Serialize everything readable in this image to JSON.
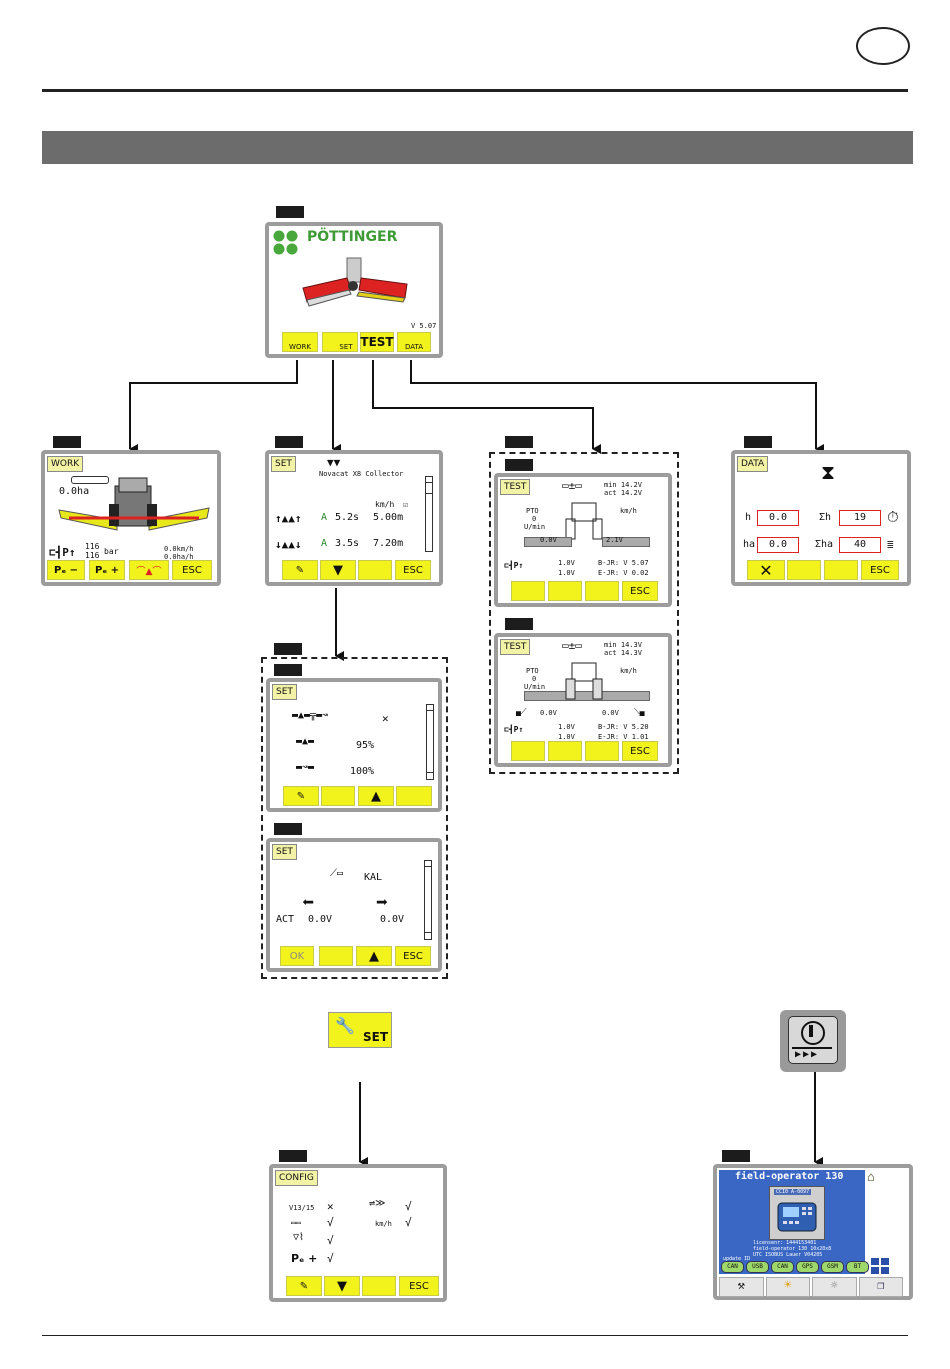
{
  "brand": "PÖTTINGER",
  "version": "V 5.07",
  "main_softkeys": [
    "WORK",
    "SET",
    "TEST",
    "DATA"
  ],
  "work_screen": {
    "badge": "WORK",
    "area": "0.0ha",
    "pressure_top": "116",
    "pressure_bottom": "116",
    "pressure_unit": "bar",
    "speed": "0.0km/h",
    "rate": "0.0ha/h",
    "softkeys": [
      "Pₑ −",
      "Pₑ +",
      "",
      "ESC"
    ]
  },
  "set_screen": {
    "badge": "SET",
    "title": "Novacat X8 Collector",
    "unit": "km/h",
    "rows": [
      {
        "flag": "A",
        "time": "5.2s",
        "dist": "5.00m"
      },
      {
        "flag": "A",
        "time": "3.5s",
        "dist": "7.20m"
      }
    ],
    "softkeys": [
      "",
      "",
      "",
      "ESC"
    ]
  },
  "set_sub1": {
    "badge": "SET",
    "mark": "✕",
    "val1": "95%",
    "val2": "100%"
  },
  "set_sub2": {
    "badge": "SET",
    "kal": "KAL",
    "act_label": "ACT",
    "act_left": "0.0V",
    "act_right": "0.0V",
    "softkeys": [
      "OK",
      "",
      "",
      "ESC"
    ]
  },
  "test_screen1": {
    "badge": "TEST",
    "volt_min": "min 14.2V",
    "volt_act": "act 14.2V",
    "pto": "PTO",
    "pto_val": "0",
    "pto_unit": "U/min",
    "kmh": "km/h",
    "bar_left": "0.0V",
    "bar_right": "2.1V",
    "v1": "1.0V",
    "v2": "1.0V",
    "bjr": "B-JR: V 5.07",
    "ejr": "E-JR: V 0.02",
    "softkeys": [
      "",
      "",
      "",
      "ESC"
    ]
  },
  "test_screen2": {
    "badge": "TEST",
    "volt_min": "min 14.3V",
    "volt_act": "act 14.3V",
    "pto": "PTO",
    "pto_val": "0",
    "pto_unit": "U/min",
    "kmh": "km/h",
    "left_v": "0.0V",
    "right_v": "0.0V",
    "v1": "1.0V",
    "v2": "1.0V",
    "bjr": "B-JR: V 5.20",
    "ejr": "E-JR: V 1.01",
    "softkeys": [
      "",
      "",
      "",
      "ESC"
    ]
  },
  "data_screen": {
    "badge": "DATA",
    "h_label": "h",
    "h_val": "0.0",
    "sum_h_label": "Σh",
    "sum_h_val": "19",
    "ha_label": "ha",
    "ha_val": "0.0",
    "sum_ha_label": "Σha",
    "sum_ha_val": "40",
    "softkeys": [
      "",
      "",
      "",
      "ESC"
    ]
  },
  "set_button_label": "SET",
  "config_screen": {
    "badge": "CONFIG",
    "v_label": "V13/15",
    "kmh": "km/h",
    "pt_label": "Pₑ +",
    "cross": "✕",
    "check": "√",
    "softkeys": [
      "",
      "",
      "",
      "ESC"
    ]
  },
  "field_operator": {
    "title": "field-operator 130",
    "device_label": "CCI0 A-0097",
    "info_lines": [
      "licensenr: 1444153401",
      "field-operator 130  10x20x8",
      "UTC ISOBUS Lauer    V04205"
    ],
    "update": "update ID",
    "chips": [
      "CAN",
      "USB",
      "CAN",
      "GPS",
      "GSM",
      "BT"
    ]
  }
}
